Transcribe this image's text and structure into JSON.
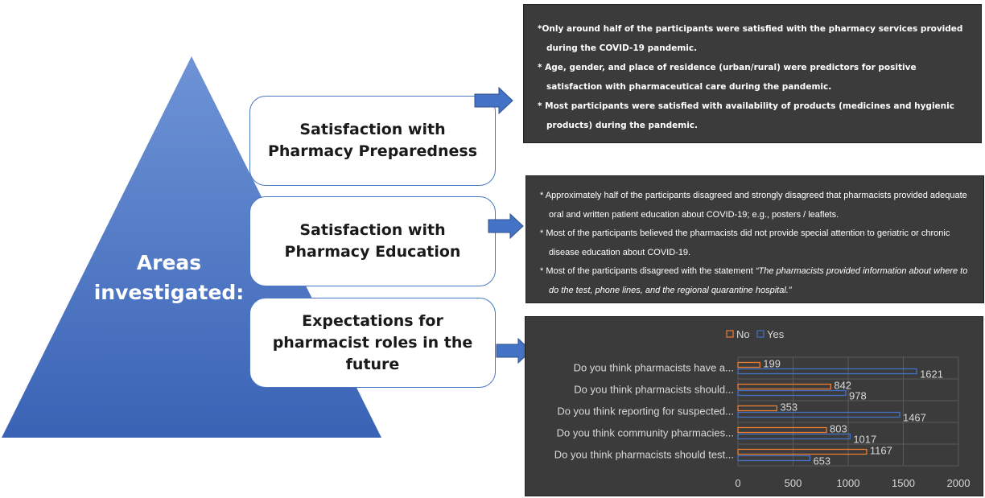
{
  "pyramid": {
    "label": "Areas investigated:",
    "color": "#3f68b8"
  },
  "areas": [
    {
      "label": "Satisfaction with Pharmacy Preparedness"
    },
    {
      "label": "Satisfaction with Pharmacy Education"
    },
    {
      "label": "Expectations for pharmacist roles in the future"
    }
  ],
  "preparedness_findings": [
    "*Only around half of the participants were satisfied with the pharmacy services provided during the COVID-19 pandemic.",
    "* Age, gender, and place of residence (urban/rural) were predictors for positive satisfaction with pharmaceutical care during the pandemic.",
    "* Most participants were satisfied with availability of products (medicines and hygienic products) during the pandemic."
  ],
  "education_findings": {
    "point1": "* Approximately half of the participants disagreed and strongly disagreed that pharmacists provided adequate oral and written patient education about COVID-19; e.g., posters / leaflets.",
    "point2": "* Most of the participants believed the pharmacists did not provide special attention to geriatric or chronic disease education about COVID-19.",
    "point3_prefix": "* Most of the participants disagreed with the statement ",
    "point3_quote": "“The pharmacists provided information about where to do the test, phone lines, and the regional quarantine hospital.”"
  },
  "colors": {
    "yes": "#4472c4",
    "no": "#ed7d31",
    "panel": "#3b3b3b",
    "text_light": "#d9d9d9"
  },
  "chart_data": {
    "type": "bar",
    "orientation": "horizontal",
    "categories": [
      "Do you think pharmacists have a...",
      "Do you think pharmacists should...",
      "Do you think reporting for suspected...",
      "Do you think community pharmacies...",
      "Do you think pharmacists should test..."
    ],
    "series": [
      {
        "name": "No",
        "values": [
          199,
          842,
          353,
          803,
          1167
        ]
      },
      {
        "name": "Yes",
        "values": [
          1621,
          978,
          1467,
          1017,
          653
        ]
      }
    ],
    "xlim": [
      0,
      2000
    ],
    "xticks": [
      0,
      500,
      1000,
      1500,
      2000
    ],
    "legend_position": "top",
    "grid": true,
    "data_labels": true
  }
}
